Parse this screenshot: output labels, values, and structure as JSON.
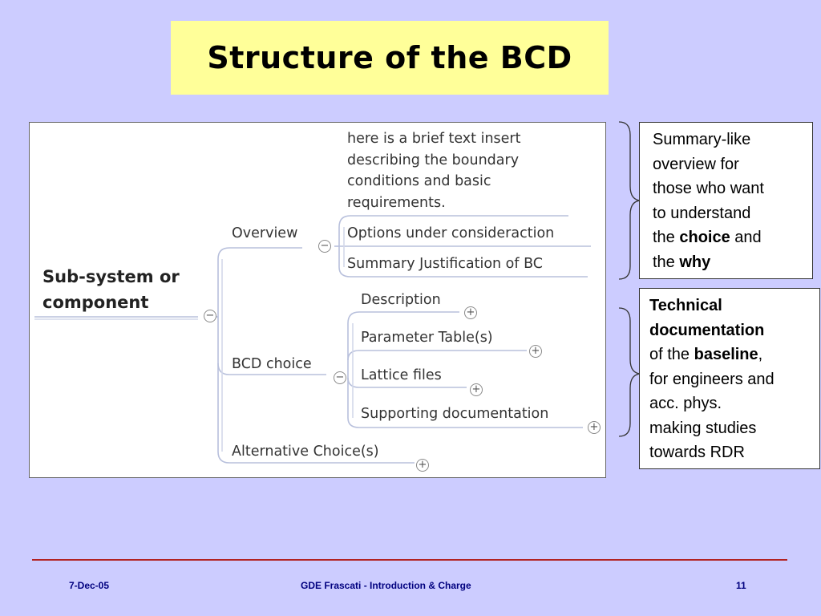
{
  "slide": {
    "title": "Structure of the BCD"
  },
  "mindmap": {
    "root_line1": "Sub-system or",
    "root_line2": "component",
    "overview": {
      "label": "Overview",
      "note_lines": [
        "here is a brief text insert",
        "describing the boundary",
        "conditions and basic",
        "requirements."
      ],
      "children": [
        "Options under consideraction",
        "Summary Justification of BC"
      ]
    },
    "bcd_choice": {
      "label": "BCD choice",
      "children": [
        "Description",
        "Parameter Table(s)",
        "Lattice files",
        "Supporting documentation"
      ]
    },
    "alternative": {
      "label": "Alternative Choice(s)"
    },
    "toggle_collapse": "−",
    "toggle_expand": "+"
  },
  "summary_box": {
    "line1": "Summary-like",
    "line2": "overview for",
    "line3": "those who want",
    "line4": "to understand",
    "line5_pre": "the ",
    "line5_bold": "choice",
    "line5_post": " and",
    "line6_pre": "the ",
    "line6_bold": "why"
  },
  "tech_box": {
    "line1_bold": "Technical",
    "line2_bold": "documentation",
    "line3_pre": "of the ",
    "line3_bold": "baseline",
    "line3_post": ",",
    "line4": "for engineers and",
    "line5": "acc. phys.",
    "line6": "making studies",
    "line7": "towards RDR"
  },
  "footer": {
    "date": "7-Dec-05",
    "center": "GDE Frascati - Introduction & Charge",
    "page": "11"
  },
  "colors": {
    "background": "#ccccff",
    "title_bg": "#ffff99",
    "footer_text": "#00007f",
    "footer_rule": "#b22222",
    "branch_line": "#b8c0dc"
  }
}
